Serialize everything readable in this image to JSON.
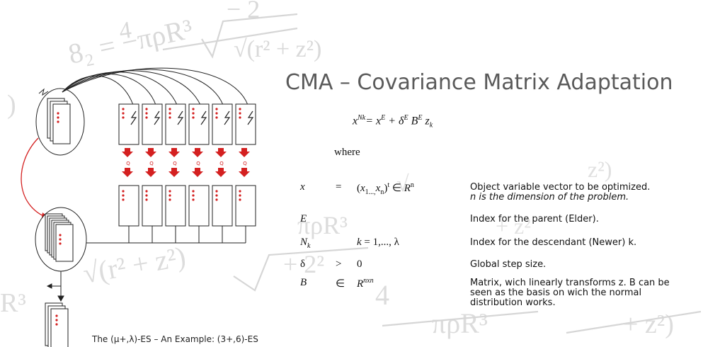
{
  "title": "CMA – Covariance Matrix Adaptation",
  "formula": {
    "lhs": "x",
    "lhs_sup": "Nk",
    "rhs": "= x",
    "rhs_sup1": "E",
    "plus": " + δ",
    "delta_sup": "E",
    "b": " B",
    "b_sup": "E",
    "z": " z",
    "z_sub": "k"
  },
  "where_label": "where",
  "definitions": [
    {
      "symbol": "x",
      "op": "=",
      "value": "(x1..., xn)t ∈ Rn",
      "description": "Object variable vector to be optimized.",
      "description2": "n is the dimension of the problem."
    },
    {
      "symbol": "E",
      "op": "",
      "value": "",
      "description": "Index for the parent (Elder)."
    },
    {
      "symbol": "N",
      "symbol_sub": "k",
      "op": "",
      "value": "k = 1,..., λ",
      "description": "Index for the descendant (Newer) k."
    },
    {
      "symbol": "δ",
      "op": ">",
      "value": "0",
      "description": "Global step size."
    },
    {
      "symbol": "B",
      "op": "∈",
      "value": "Rnxn",
      "description": "Matrix, wich linearly transforms z. B can be seen as the basis on wich the normal distribution works."
    }
  ],
  "diagram": {
    "mutation_labels": [
      "Q",
      "Q",
      "Q",
      "Q",
      "Q",
      "Q"
    ]
  },
  "caption": "The (μ+,λ)-ES – An Example: (3+,6)-ES",
  "colors": {
    "title": "#5a5a5a",
    "accent_red": "#d42020",
    "watermark": "#d8d8d8"
  }
}
